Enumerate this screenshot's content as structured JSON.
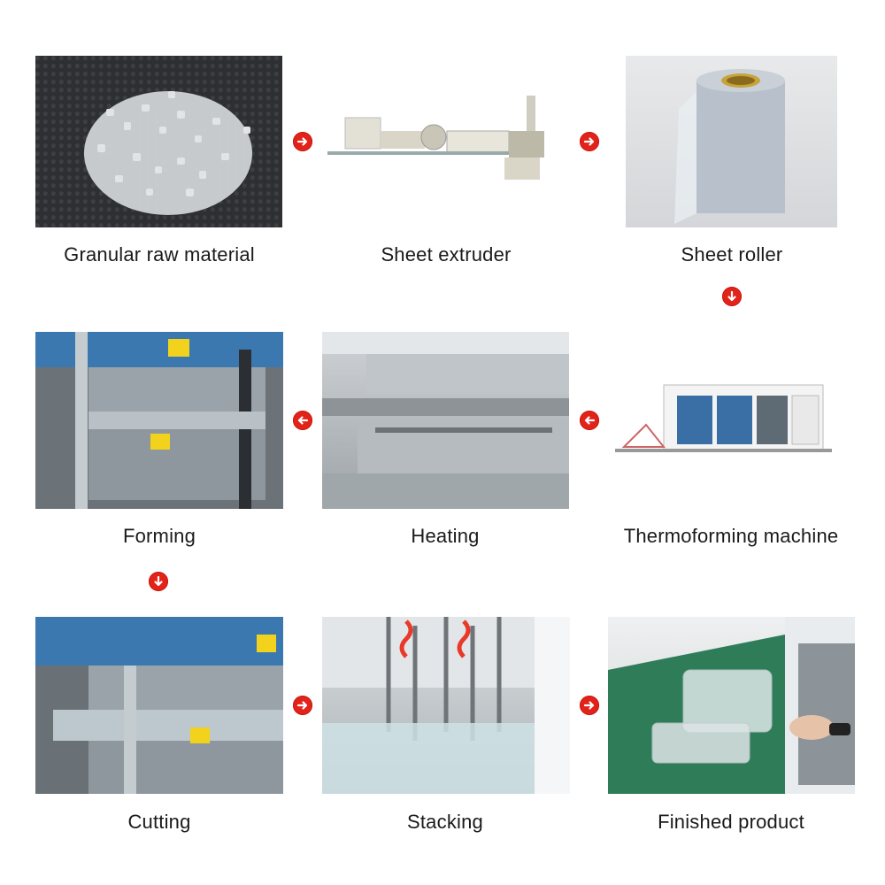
{
  "steps": [
    {
      "label": "Granular raw material"
    },
    {
      "label": "Sheet extruder"
    },
    {
      "label": "Sheet roller"
    },
    {
      "label": "Forming"
    },
    {
      "label": "Heating"
    },
    {
      "label": "Thermoforming machine"
    },
    {
      "label": "Cutting"
    },
    {
      "label": "Stacking"
    },
    {
      "label": "Finished product"
    }
  ],
  "arrows": [
    {
      "direction": "right"
    },
    {
      "direction": "right"
    },
    {
      "direction": "down"
    },
    {
      "direction": "left"
    },
    {
      "direction": "left"
    },
    {
      "direction": "down"
    },
    {
      "direction": "right"
    },
    {
      "direction": "right"
    }
  ],
  "colors": {
    "arrow": "#e2231a",
    "caption": "#1a1a1a",
    "background": "#ffffff"
  }
}
